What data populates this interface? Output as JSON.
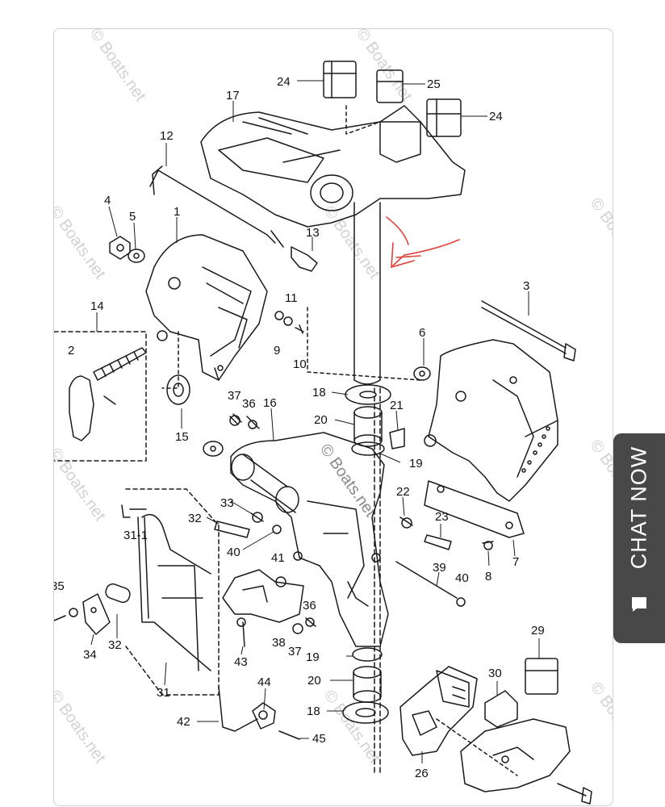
{
  "diagram": {
    "watermark": "© Boats.net",
    "part_numbers": [
      "24",
      "25",
      "24",
      "17",
      "12",
      "4",
      "5",
      "1",
      "13",
      "11",
      "3",
      "14",
      "9",
      "6",
      "2",
      "10",
      "18",
      "21",
      "15",
      "37",
      "36",
      "16",
      "20",
      "19",
      "22",
      "23",
      "7",
      "8",
      "33",
      "32",
      "31-1",
      "40",
      "41",
      "39",
      "40",
      "35",
      "36",
      "34",
      "32",
      "37",
      "19",
      "43",
      "38",
      "29",
      "31",
      "20",
      "30",
      "44",
      "42",
      "18",
      "45",
      "26"
    ]
  },
  "chat": {
    "label": "CHAT NOW",
    "background": "#484848",
    "icon": "chat-bubble-icon"
  },
  "annotation": {
    "color": "#e0413a"
  }
}
